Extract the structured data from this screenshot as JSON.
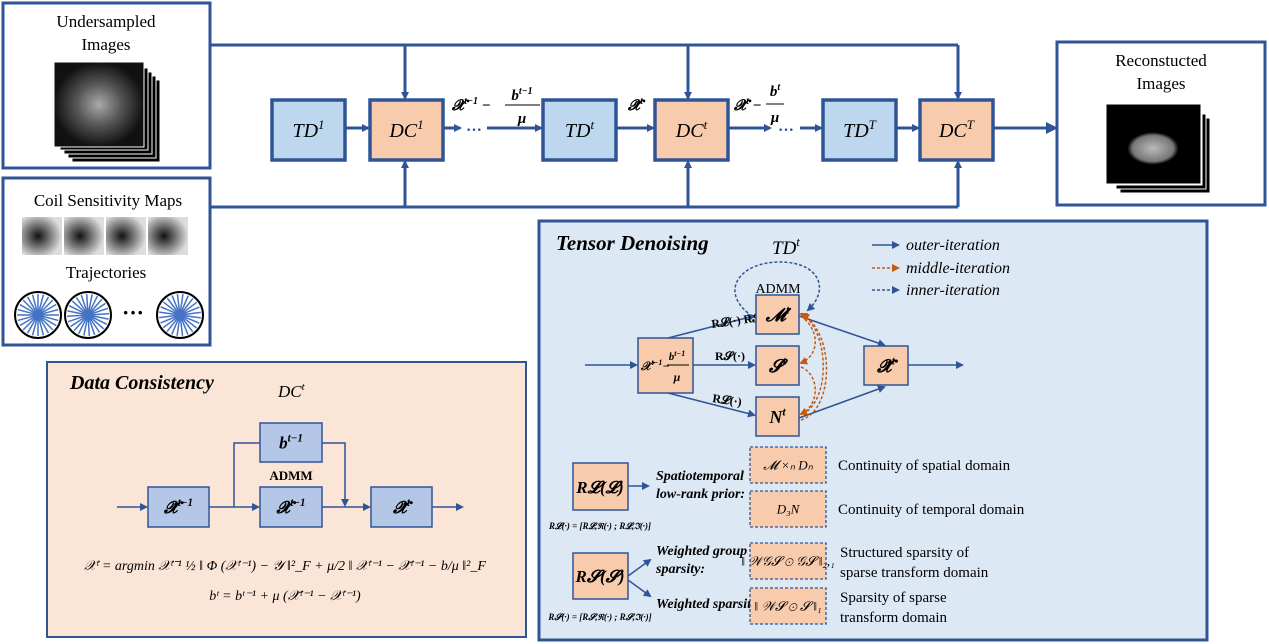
{
  "colors": {
    "blue_line": "#2f5597",
    "blue_box": "#bdd7ee",
    "orange_box": "#f8cbad",
    "orange_dash": "#c55a11",
    "td_panel": "#dde8f5",
    "dc_panel": "#fbe5d6",
    "dc_box": "#b4c7e7"
  },
  "inputs": {
    "undersampled": [
      "Undersampled",
      "Images"
    ],
    "coil_maps": "Coil Sensitivity Maps",
    "trajectories": "Trajectories",
    "ellipsis": "···"
  },
  "output": {
    "title": [
      "Reconstucted",
      "Images"
    ]
  },
  "pipeline": {
    "blocks": [
      {
        "base": "TD",
        "sup": "1"
      },
      {
        "base": "DC",
        "sup": "1"
      },
      {
        "base": "TD",
        "sup": "t"
      },
      {
        "base": "DC",
        "sup": "t"
      },
      {
        "base": "TD",
        "sup": "T"
      },
      {
        "base": "DC",
        "sup": "T"
      }
    ],
    "label1": {
      "x": "𝓧",
      "xsup": "t−1",
      "minus": "−",
      "num": "b",
      "numsup": "t−1",
      "den": "μ"
    },
    "label2": {
      "x": "𝓧̃",
      "xsup": "t"
    },
    "label3": {
      "x": "𝓧",
      "xsup": "t",
      "minus": "−",
      "num": "b",
      "numsup": "t",
      "den": "μ"
    },
    "dots": "···"
  },
  "tensor_denoising": {
    "title": "Tensor Denoising",
    "subtitle": {
      "base": "TD",
      "sup": "t"
    },
    "legend": [
      "outer-iteration",
      "middle-iteration",
      "inner-iteration"
    ],
    "admm": "ADMM",
    "input": {
      "x": "𝒳",
      "xsup": "t−1",
      "minus": "−",
      "num": "b",
      "numsup": "t−1",
      "den": "μ"
    },
    "nodes": [
      {
        "base": "𝓜",
        "sup": "t"
      },
      {
        "base": "𝓢",
        "sup": "t"
      },
      {
        "base": "N",
        "sup": "t"
      }
    ],
    "output": {
      "base": "𝓧̃",
      "sup": "t"
    },
    "edge_labels": [
      "R𝓛(·) R𝓢(·)",
      "R𝓢(·)",
      "R𝓛(·)"
    ],
    "priors": [
      {
        "box": "R𝓛(𝓛)",
        "def": "R𝓛(·) = [R𝓛,ℜ(·) ; R𝓛,ℑ(·)]",
        "label": [
          "Spatiotemporal",
          "low-rank prior:"
        ]
      },
      {
        "box": "R𝓢(𝓢)",
        "def": "R𝓢(·) = [R𝓢,ℜ(·) ; R𝓢,ℑ(·)]",
        "label_group": [
          "Weighted group",
          "sparsity:"
        ],
        "label_sparse": "Weighted sparsity:"
      }
    ],
    "terms": [
      {
        "expr": "𝓜 ×ₙ Dₙ",
        "desc": [
          "Continuity of spatial domain"
        ]
      },
      {
        "expr": "D₃N",
        "desc": [
          "Continuity of temporal domain"
        ]
      },
      {
        "expr": "‖ 𝒲𝒢𝓢 ⊙ 𝒢𝓢 ‖₂,₁",
        "desc": [
          "Structured sparsity of",
          "sparse transform domain"
        ]
      },
      {
        "expr": "‖ 𝒲𝓢 ⊙ 𝓢 ‖₁",
        "desc": [
          "Sparsity of sparse",
          "transform domain"
        ]
      }
    ]
  },
  "data_consistency": {
    "title": "Data Consistency",
    "subtitle": {
      "base": "DC",
      "sup": "t"
    },
    "admm": "ADMM",
    "boxes": [
      {
        "base": "𝓧̃",
        "sup": "t−1"
      },
      {
        "base": "b",
        "sup": "t−1"
      },
      {
        "base": "𝓧",
        "sup": "t−1"
      },
      {
        "base": "𝓧̃",
        "sup": "t"
      }
    ],
    "equation1": "𝒳ᵗ = argmin 𝒳ᵗ⁻¹  ½ ‖ Φ (𝒳ᵗ⁻¹) − 𝒴 ‖²_F + μ/2 ‖ 𝒳ᵗ⁻¹ − 𝒳̃ᵗ⁻¹ − b/μ ‖²_F",
    "equation2": "bᵗ = bᵗ⁻¹ + μ (𝒳̃ᵗ⁻¹ − 𝒳ᵗ⁻¹)"
  }
}
